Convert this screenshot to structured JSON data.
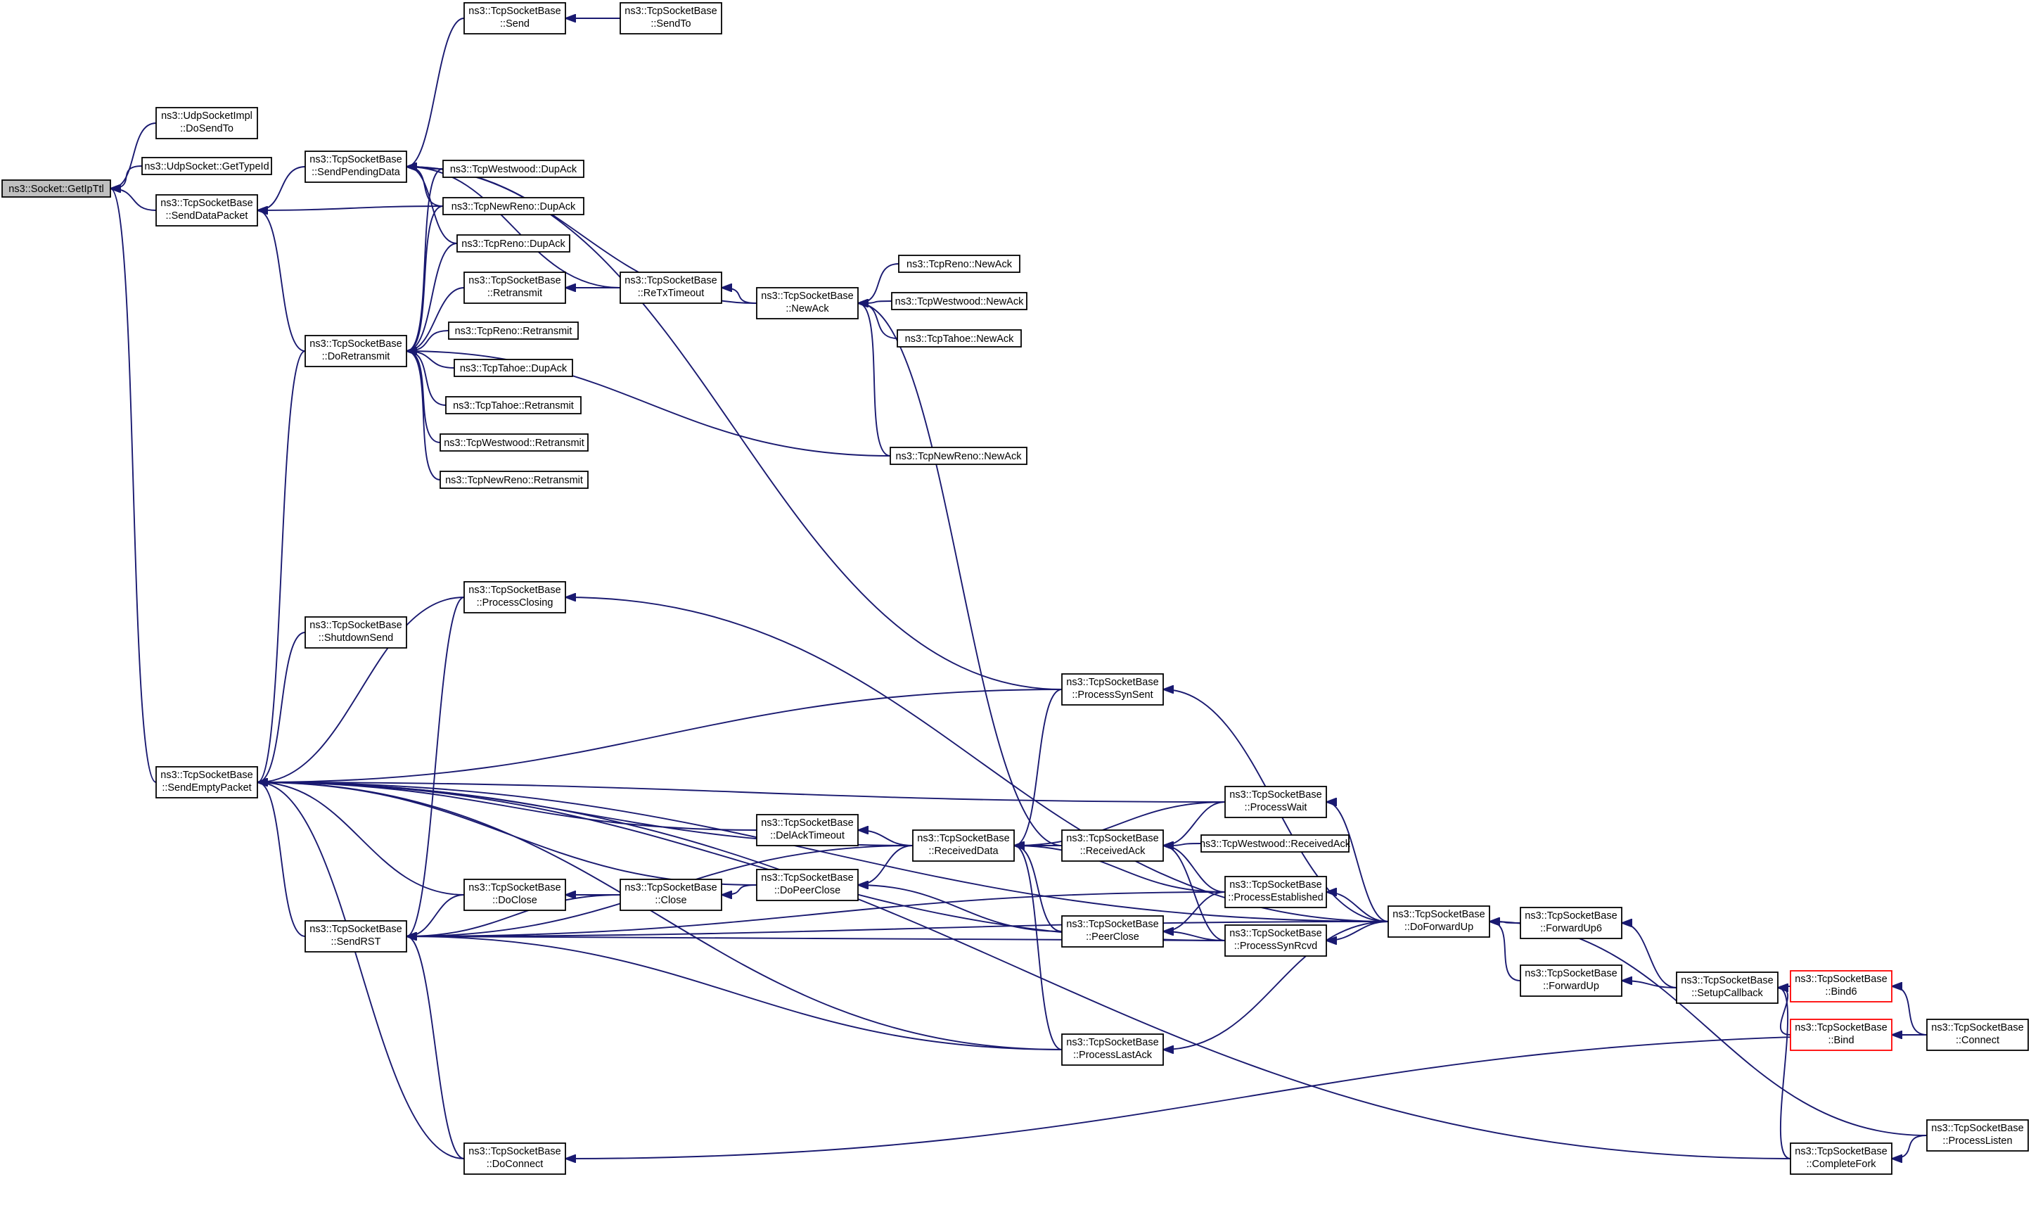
{
  "diagram": {
    "nodes": [
      {
        "id": "getipttl",
        "lines": [
          "ns3::Socket::GetIpTtl"
        ],
        "root": true
      },
      {
        "id": "udp_dosendto",
        "lines": [
          "ns3::UdpSocketImpl",
          "::DoSendTo"
        ]
      },
      {
        "id": "udp_gettypeid",
        "lines": [
          "ns3::UdpSocket::GetTypeId"
        ]
      },
      {
        "id": "senddatapacket",
        "lines": [
          "ns3::TcpSocketBase",
          "::SendDataPacket"
        ]
      },
      {
        "id": "sendemptypacket",
        "lines": [
          "ns3::TcpSocketBase",
          "::SendEmptyPacket"
        ]
      },
      {
        "id": "sendpendingdata",
        "lines": [
          "ns3::TcpSocketBase",
          "::SendPendingData"
        ]
      },
      {
        "id": "doretransmit",
        "lines": [
          "ns3::TcpSocketBase",
          "::DoRetransmit"
        ]
      },
      {
        "id": "shutdownsend",
        "lines": [
          "ns3::TcpSocketBase",
          "::ShutdownSend"
        ]
      },
      {
        "id": "sendrst",
        "lines": [
          "ns3::TcpSocketBase",
          "::SendRST"
        ]
      },
      {
        "id": "send",
        "lines": [
          "ns3::TcpSocketBase",
          "::Send"
        ]
      },
      {
        "id": "sendto",
        "lines": [
          "ns3::TcpSocketBase",
          "::SendTo"
        ]
      },
      {
        "id": "westwood_dupack",
        "lines": [
          "ns3::TcpWestwood::DupAck"
        ]
      },
      {
        "id": "newreno_dupack",
        "lines": [
          "ns3::TcpNewReno::DupAck"
        ]
      },
      {
        "id": "reno_dupack",
        "lines": [
          "ns3::TcpReno::DupAck"
        ]
      },
      {
        "id": "retransmit",
        "lines": [
          "ns3::TcpSocketBase",
          "::Retransmit"
        ]
      },
      {
        "id": "reno_retransmit",
        "lines": [
          "ns3::TcpReno::Retransmit"
        ]
      },
      {
        "id": "tahoe_dupack",
        "lines": [
          "ns3::TcpTahoe::DupAck"
        ]
      },
      {
        "id": "tahoe_retransmit",
        "lines": [
          "ns3::TcpTahoe::Retransmit"
        ]
      },
      {
        "id": "westwood_retransmit",
        "lines": [
          "ns3::TcpWestwood::Retransmit"
        ]
      },
      {
        "id": "newreno_retransmit",
        "lines": [
          "ns3::TcpNewReno::Retransmit"
        ]
      },
      {
        "id": "retxtimeout",
        "lines": [
          "ns3::TcpSocketBase",
          "::ReTxTimeout"
        ]
      },
      {
        "id": "newack",
        "lines": [
          "ns3::TcpSocketBase",
          "::NewAck"
        ]
      },
      {
        "id": "reno_newack",
        "lines": [
          "ns3::TcpReno::NewAck"
        ]
      },
      {
        "id": "westwood_newack",
        "lines": [
          "ns3::TcpWestwood::NewAck"
        ]
      },
      {
        "id": "tahoe_newack",
        "lines": [
          "ns3::TcpTahoe::NewAck"
        ]
      },
      {
        "id": "newreno_newack",
        "lines": [
          "ns3::TcpNewReno::NewAck"
        ]
      },
      {
        "id": "processclosing",
        "lines": [
          "ns3::TcpSocketBase",
          "::ProcessClosing"
        ]
      },
      {
        "id": "processsynsent",
        "lines": [
          "ns3::TcpSocketBase",
          "::ProcessSynSent"
        ]
      },
      {
        "id": "processwait",
        "lines": [
          "ns3::TcpSocketBase",
          "::ProcessWait"
        ]
      },
      {
        "id": "delacktimeout",
        "lines": [
          "ns3::TcpSocketBase",
          "::DelAckTimeout"
        ]
      },
      {
        "id": "receiveddata",
        "lines": [
          "ns3::TcpSocketBase",
          "::ReceivedData"
        ]
      },
      {
        "id": "receivedack",
        "lines": [
          "ns3::TcpSocketBase",
          "::ReceivedAck"
        ]
      },
      {
        "id": "westwood_receivedack",
        "lines": [
          "ns3::TcpWestwood::ReceivedAck"
        ]
      },
      {
        "id": "dopeerclose",
        "lines": [
          "ns3::TcpSocketBase",
          "::DoPeerClose"
        ]
      },
      {
        "id": "doclose",
        "lines": [
          "ns3::TcpSocketBase",
          "::DoClose"
        ]
      },
      {
        "id": "close",
        "lines": [
          "ns3::TcpSocketBase",
          "::Close"
        ]
      },
      {
        "id": "processestablished",
        "lines": [
          "ns3::TcpSocketBase",
          "::ProcessEstablished"
        ]
      },
      {
        "id": "peerclose",
        "lines": [
          "ns3::TcpSocketBase",
          "::PeerClose"
        ]
      },
      {
        "id": "processsynrcvd",
        "lines": [
          "ns3::TcpSocketBase",
          "::ProcessSynRcvd"
        ]
      },
      {
        "id": "doforwardup",
        "lines": [
          "ns3::TcpSocketBase",
          "::DoForwardUp"
        ]
      },
      {
        "id": "forwardup6",
        "lines": [
          "ns3::TcpSocketBase",
          "::ForwardUp6"
        ]
      },
      {
        "id": "forwardup",
        "lines": [
          "ns3::TcpSocketBase",
          "::ForwardUp"
        ]
      },
      {
        "id": "setupcallback",
        "lines": [
          "ns3::TcpSocketBase",
          "::SetupCallback"
        ]
      },
      {
        "id": "bind6",
        "lines": [
          "ns3::TcpSocketBase",
          "::Bind6"
        ],
        "truncated": true
      },
      {
        "id": "bind",
        "lines": [
          "ns3::TcpSocketBase",
          "::Bind"
        ],
        "truncated": true
      },
      {
        "id": "connect",
        "lines": [
          "ns3::TcpSocketBase",
          "::Connect"
        ]
      },
      {
        "id": "processlastack",
        "lines": [
          "ns3::TcpSocketBase",
          "::ProcessLastAck"
        ]
      },
      {
        "id": "doconnect",
        "lines": [
          "ns3::TcpSocketBase",
          "::DoConnect"
        ]
      },
      {
        "id": "completefork",
        "lines": [
          "ns3::TcpSocketBase",
          "::CompleteFork"
        ]
      },
      {
        "id": "processlisten",
        "lines": [
          "ns3::TcpSocketBase",
          "::ProcessListen"
        ]
      }
    ],
    "edges": [
      [
        "getipttl",
        "udp_dosendto"
      ],
      [
        "getipttl",
        "udp_gettypeid"
      ],
      [
        "getipttl",
        "senddatapacket"
      ],
      [
        "getipttl",
        "sendemptypacket"
      ],
      [
        "senddatapacket",
        "sendpendingdata"
      ],
      [
        "senddatapacket",
        "doretransmit"
      ],
      [
        "senddatapacket",
        "newreno_dupack"
      ],
      [
        "sendpendingdata",
        "send"
      ],
      [
        "sendpendingdata",
        "westwood_dupack"
      ],
      [
        "sendpendingdata",
        "newreno_dupack"
      ],
      [
        "sendpendingdata",
        "reno_dupack"
      ],
      [
        "sendpendingdata",
        "retxtimeout"
      ],
      [
        "sendpendingdata",
        "newack"
      ],
      [
        "sendpendingdata",
        "processsynsent"
      ],
      [
        "send",
        "sendto"
      ],
      [
        "doretransmit",
        "westwood_dupack"
      ],
      [
        "doretransmit",
        "newreno_dupack"
      ],
      [
        "doretransmit",
        "reno_dupack"
      ],
      [
        "doretransmit",
        "retransmit"
      ],
      [
        "doretransmit",
        "reno_retransmit"
      ],
      [
        "doretransmit",
        "tahoe_dupack"
      ],
      [
        "doretransmit",
        "tahoe_retransmit"
      ],
      [
        "doretransmit",
        "westwood_retransmit"
      ],
      [
        "doretransmit",
        "newreno_retransmit"
      ],
      [
        "doretransmit",
        "newreno_newack"
      ],
      [
        "retransmit",
        "retxtimeout"
      ],
      [
        "retxtimeout",
        "newack"
      ],
      [
        "newack",
        "reno_newack"
      ],
      [
        "newack",
        "westwood_newack"
      ],
      [
        "newack",
        "tahoe_newack"
      ],
      [
        "newack",
        "newreno_newack"
      ],
      [
        "newack",
        "receivedack"
      ],
      [
        "sendemptypacket",
        "doretransmit"
      ],
      [
        "sendemptypacket",
        "shutdownsend"
      ],
      [
        "sendemptypacket",
        "processclosing"
      ],
      [
        "sendemptypacket",
        "processsynsent"
      ],
      [
        "sendemptypacket",
        "processwait"
      ],
      [
        "sendemptypacket",
        "receiveddata"
      ],
      [
        "sendemptypacket",
        "delacktimeout"
      ],
      [
        "sendemptypacket",
        "dopeerclose"
      ],
      [
        "sendemptypacket",
        "doclose"
      ],
      [
        "sendemptypacket",
        "sendrst"
      ],
      [
        "sendemptypacket",
        "processlastack"
      ],
      [
        "sendemptypacket",
        "processsynrcvd"
      ],
      [
        "sendemptypacket",
        "doconnect"
      ],
      [
        "sendemptypacket",
        "completefork"
      ],
      [
        "sendemptypacket",
        "doforwardup"
      ],
      [
        "sendrst",
        "processclosing"
      ],
      [
        "sendrst",
        "doclose"
      ],
      [
        "sendrst",
        "close"
      ],
      [
        "sendrst",
        "receiveddata"
      ],
      [
        "sendrst",
        "doforwardup"
      ],
      [
        "sendrst",
        "processestablished"
      ],
      [
        "sendrst",
        "processsynrcvd"
      ],
      [
        "sendrst",
        "processlastack"
      ],
      [
        "sendrst",
        "doconnect"
      ],
      [
        "doclose",
        "close"
      ],
      [
        "close",
        "dopeerclose"
      ],
      [
        "dopeerclose",
        "receiveddata"
      ],
      [
        "dopeerclose",
        "peerclose"
      ],
      [
        "delacktimeout",
        "receiveddata"
      ],
      [
        "receiveddata",
        "processsynsent"
      ],
      [
        "receiveddata",
        "processwait"
      ],
      [
        "receiveddata",
        "receivedack"
      ],
      [
        "receiveddata",
        "processestablished"
      ],
      [
        "receiveddata",
        "peerclose"
      ],
      [
        "receiveddata",
        "processlastack"
      ],
      [
        "receivedack",
        "processwait"
      ],
      [
        "receivedack",
        "westwood_receivedack"
      ],
      [
        "receivedack",
        "processestablished"
      ],
      [
        "receivedack",
        "processsynrcvd"
      ],
      [
        "peerclose",
        "processestablished"
      ],
      [
        "peerclose",
        "processsynrcvd"
      ],
      [
        "processclosing",
        "doforwardup"
      ],
      [
        "processsynsent",
        "doforwardup"
      ],
      [
        "processwait",
        "doforwardup"
      ],
      [
        "processestablished",
        "doforwardup"
      ],
      [
        "processsynrcvd",
        "doforwardup"
      ],
      [
        "processlastack",
        "doforwardup"
      ],
      [
        "doforwardup",
        "forwardup6"
      ],
      [
        "doforwardup",
        "forwardup"
      ],
      [
        "doforwardup",
        "processlisten"
      ],
      [
        "forwardup6",
        "setupcallback"
      ],
      [
        "forwardup",
        "setupcallback"
      ],
      [
        "setupcallback",
        "bind6"
      ],
      [
        "setupcallback",
        "bind"
      ],
      [
        "setupcallback",
        "completefork"
      ],
      [
        "bind6",
        "connect"
      ],
      [
        "bind",
        "connect"
      ],
      [
        "doconnect",
        "connect"
      ],
      [
        "completefork",
        "processlisten"
      ]
    ]
  }
}
